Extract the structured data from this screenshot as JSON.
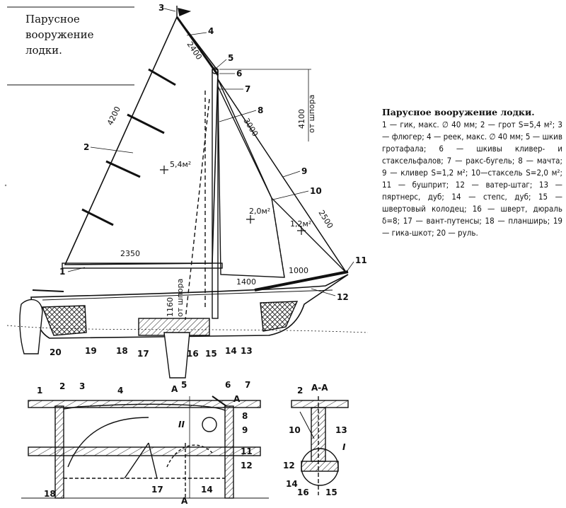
{
  "title": {
    "line1": "Парусное",
    "line2": "вооружение",
    "line3": "лодки."
  },
  "caption": {
    "title": "Парусное вооружение лодки.",
    "text": "1 — гик, макс. ∅ 40 мм; 2 — грот S=5,4 м²; 3 — флюгер; 4 — реек, макс. ∅ 40 мм; 5 — шкив гротафала; 6 — шкивы кливер- и стаксельфалов; 7 — ракс-бугель; 8 — мачта; 9 — кливер S=1,2 м²; 10—стаксель S=2,0 м²; 11 — бушприт; 12 — ватер-штаг; 13 — пяртнерс, дуб; 14 — степс, дуб; 15 — швертовый колодец; 16 — шверт, дюраль δ=8; 17 — вант-путенсы; 18 — планширь; 19 — гика-шкот; 20 — руль."
  },
  "main_drawing": {
    "dimensions": {
      "d4200": "4200",
      "d2400": "2400",
      "d3000": "3000",
      "d2500": "2500",
      "d2350": "2350",
      "d1000": "1000",
      "d1400": "1400",
      "d1160": "1160",
      "d1160_sub": "от шпора",
      "d4100": "4100",
      "d4100_sub": "от шпора"
    },
    "areas": {
      "main": "5,4м²",
      "staysail": "2,0м²",
      "jib": "1,2м²"
    },
    "labels": {
      "n1": "1",
      "n2": "2",
      "n3": "3",
      "n4": "4",
      "n5": "5",
      "n6": "6",
      "n7": "7",
      "n8": "8",
      "n9": "9",
      "n10": "10",
      "n11": "11",
      "n12": "12",
      "n13": "13",
      "n14": "14",
      "n15": "15",
      "n16": "16",
      "n17": "17",
      "n18": "18",
      "n19": "19",
      "n20": "20"
    }
  },
  "plan_view": {
    "labels": {
      "n1": "1",
      "n2": "2",
      "n3": "3",
      "n4": "4",
      "n5": "5",
      "n6": "6",
      "n7": "7",
      "n8": "8",
      "n9": "9",
      "n11": "11",
      "n12": "12",
      "n14": "14",
      "n17": "17",
      "n18": "18",
      "sec_a_top": "А",
      "sec_a_right": "А",
      "sec_a_bottom": "А",
      "detail": "II"
    }
  },
  "section_view": {
    "title": "А-А",
    "labels": {
      "n2": "2",
      "n10": "10",
      "n12": "12",
      "n13": "13",
      "n14": "14",
      "n15": "15",
      "n16": "16",
      "detail": "I"
    }
  }
}
